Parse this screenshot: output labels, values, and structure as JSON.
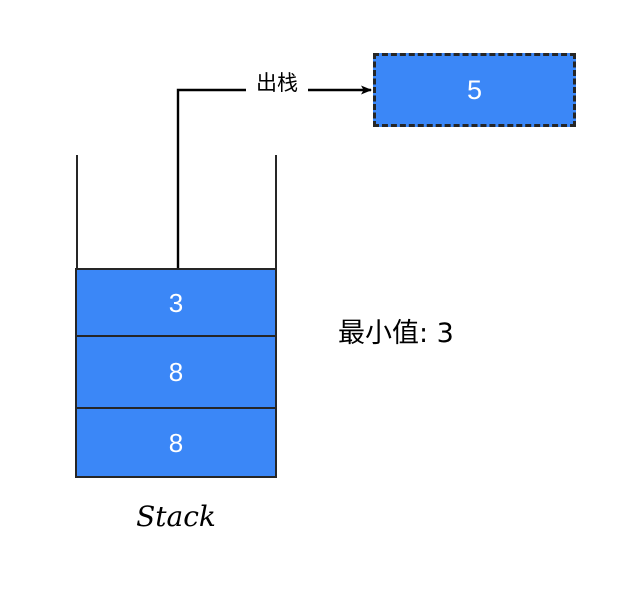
{
  "diagram": {
    "title": "Stack pop operation",
    "colors": {
      "element_fill": "#3b87f7",
      "border": "#262626",
      "value_text": "#ffffff",
      "background": "#ffffff"
    }
  },
  "popped": {
    "value": "5",
    "style": "dashed"
  },
  "connector": {
    "label": "出栈",
    "arrow": "arrow-right"
  },
  "stack": {
    "caption": "Stack",
    "cells": [
      {
        "value": "3"
      },
      {
        "value": "8"
      },
      {
        "value": "8"
      }
    ]
  },
  "annotation": {
    "min_value_text": "最小值: 3"
  }
}
